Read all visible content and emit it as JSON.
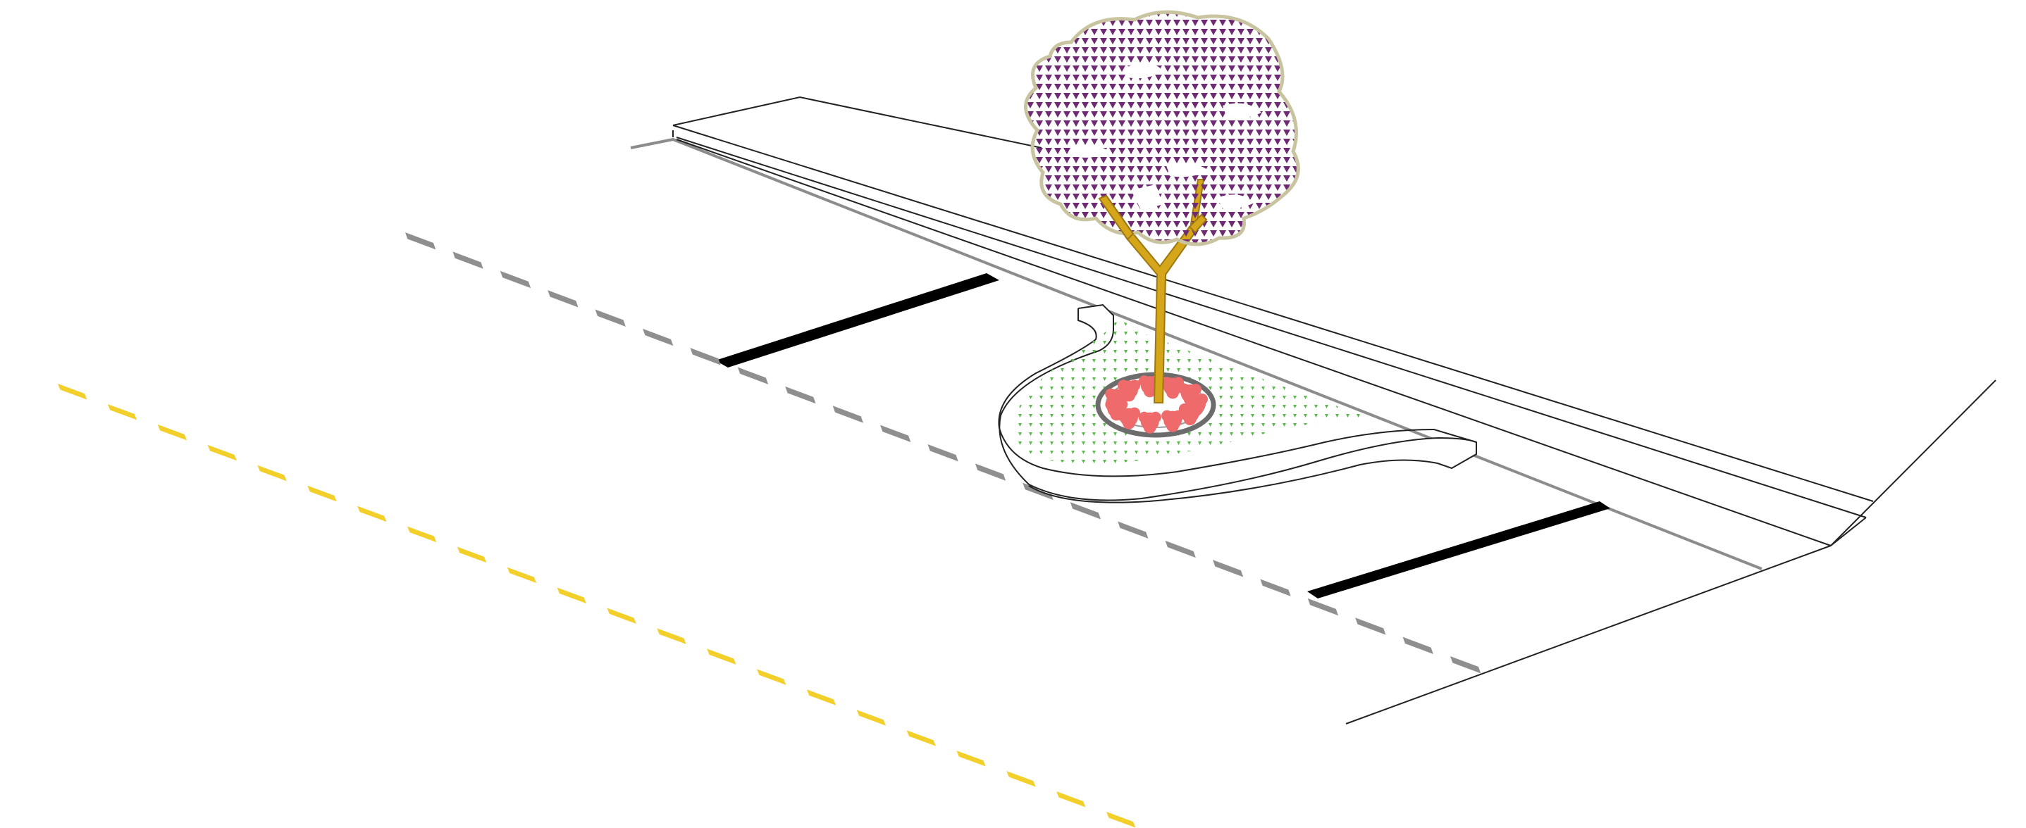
{
  "diagram": {
    "kind": "axonometric street section with curb extension planter and tree",
    "colors": {
      "background": "#ffffff",
      "line": "#222222",
      "curb_edge": "#8c8c8c",
      "lane_dash_gray": "#8f8f8f",
      "center_dash_yellow": "#f3cf2a",
      "parking_stripe": "#000000",
      "tree_canopy": "#6e2a72",
      "canopy_outline": "#c9c4a0",
      "tree_trunk": "#d6a61a",
      "trunk_outline": "#9c7712",
      "groundcover": "#59b94a",
      "flowers": "#ef6b6b",
      "tree_grate": "#6c6c6c"
    },
    "elements": {
      "yellow_center_dashes": 22,
      "gray_lane_dashes": 23,
      "parking_stripes": 2,
      "flower_clusters": 11
    }
  }
}
